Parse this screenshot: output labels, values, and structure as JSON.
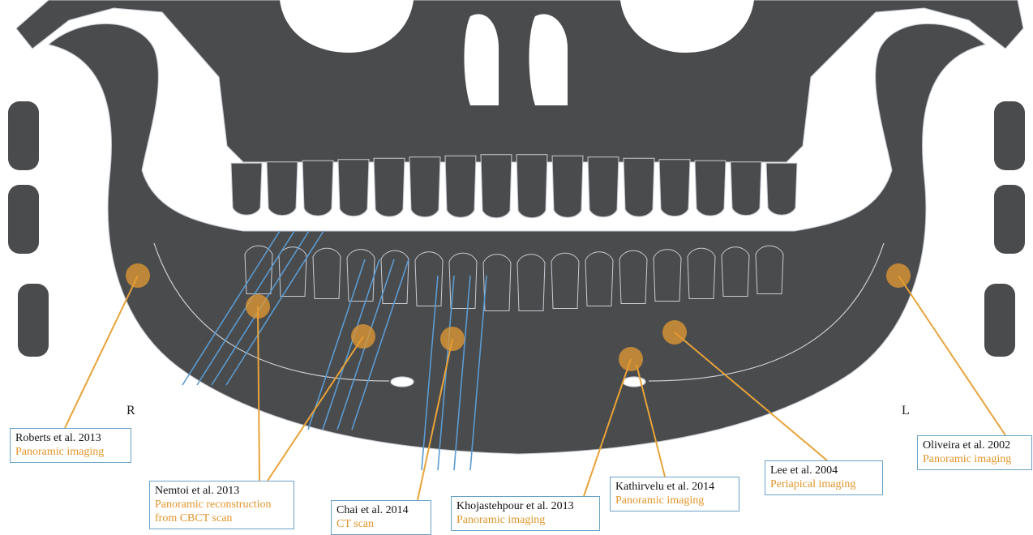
{
  "side_labels": {
    "right": "R",
    "left": "L"
  },
  "colors": {
    "bone": "#4a4b4d",
    "outline": "#c7ccd3",
    "marker": "#e49a32",
    "leader": "#e8a33a",
    "section_line": "#5b9bd0",
    "callout_border": "#6aa3c8"
  },
  "callouts": [
    {
      "id": "roberts",
      "reference": "Roberts et al. 2013",
      "method": "Panoramic imaging"
    },
    {
      "id": "nemtoi",
      "reference": "Nemtoi et al. 2013",
      "method": "Panoramic reconstruction from CBCT scan"
    },
    {
      "id": "chai",
      "reference": "Chai et al. 2014",
      "method": "CT scan"
    },
    {
      "id": "khojastehpour",
      "reference": "Khojastehpour et al. 2013",
      "method": "Panoramic imaging"
    },
    {
      "id": "kathirvelu",
      "reference": "Kathirvelu et al. 2014",
      "method": "Panoramic imaging"
    },
    {
      "id": "lee",
      "reference": "Lee et al. 2004",
      "method": "Periapical imaging"
    },
    {
      "id": "oliveira",
      "reference": "Oliveira et al. 2002",
      "method": "Panoramic imaging"
    }
  ]
}
